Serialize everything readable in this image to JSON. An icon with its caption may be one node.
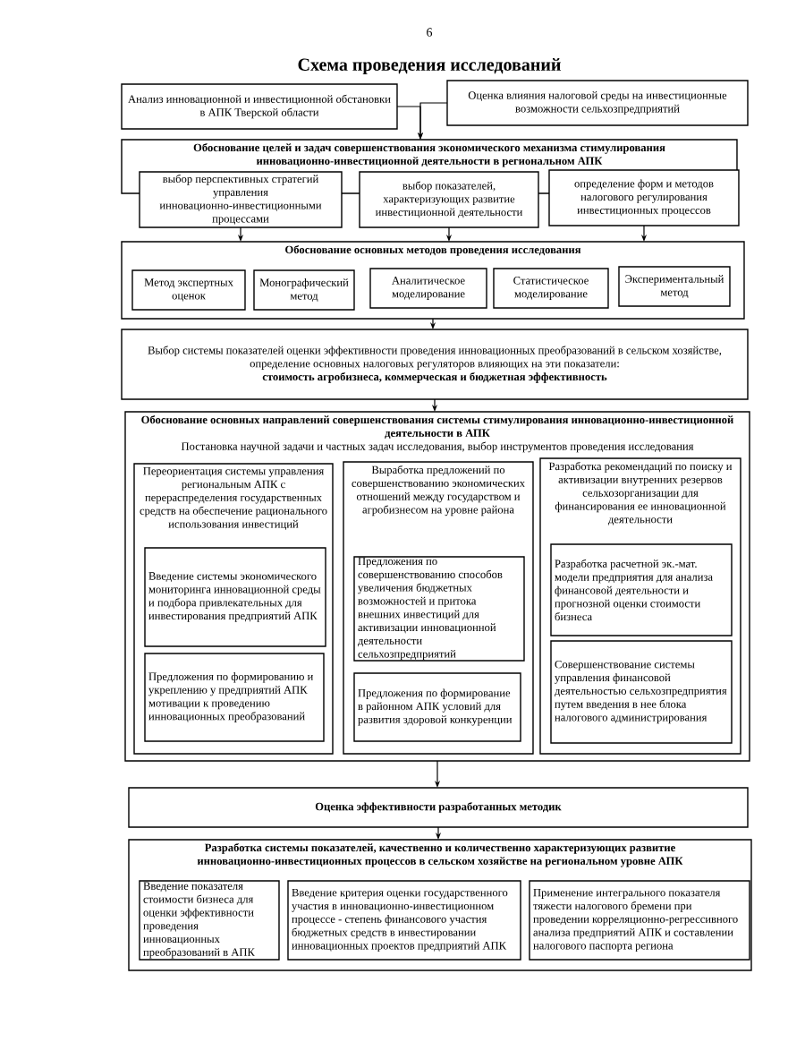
{
  "diagram": {
    "title": "Схема проведения исследований",
    "nodes": [
      {
        "text": [
          "Анализ инновационной и инвестиционной обстановки в АПК Тверской области"
        ]
      },
      {
        "text": [
          "Оценка влияния налоговой среды на инвестиционные возможности сельхозпредприятий"
        ]
      },
      {
        "text": [
          "Обоснование целей и задач совершенствования экономического механизма стимулирования инновационно-инвестиционной деятельности в региональном АПК"
        ]
      },
      {
        "text": [
          "выбор перспективных стратегий управления инновационно-инвестиционными процессами"
        ]
      },
      {
        "text": [
          "выбор показателей, характеризующих развитие инвестиционной деятельности"
        ]
      },
      {
        "text": [
          "определение форм и методов налогового регулирования инвестиционных процессов"
        ]
      },
      {
        "text": [
          "Обоснование основных методов проведения исследования"
        ]
      },
      {
        "text": [
          "Метод экспертных оценок"
        ],
        "in": 6
      },
      {
        "text": [
          "Монографический метод"
        ],
        "in": 6
      },
      {
        "text": [
          "Аналитическое моделирование"
        ],
        "in": 6
      },
      {
        "text": [
          "Статистическое моделирование"
        ],
        "in": 6
      },
      {
        "text": [
          "Экспериментальный метод"
        ],
        "in": 6
      },
      {
        "text": [
          "Выбор системы показателей оценки эффективности проведения инновационных преобразований в сельском хозяйстве, определение основных налоговых регуляторов влияющих на эти показатели:",
          "стоимость агробизнеса, коммерческая и бюджетная эффективность"
        ]
      },
      {
        "text": [
          "Обоснование основных направлений совершенствования системы стимулирования инновационно-инвестиционной деятельности в АПК",
          "Постановка научной задачи и частных задач исследования, выбор инструментов проведения исследования"
        ]
      },
      {
        "text": [
          "Переориентация системы управления региональным АПК с перераспределения государственных средств на обеспечение рационального использования инвестиций"
        ],
        "in": 13
      },
      {
        "text": [
          "Выработка предложений по совершенствованию экономических отношений между государством и агробизнесом на уровне района"
        ],
        "in": 13
      },
      {
        "text": [
          "Разработка рекомендаций по поиску и активизации внутренних резервов сельхозорганизации для финансирования ее инновационной деятельности"
        ],
        "in": 13
      },
      {
        "text": [
          "Введение системы экономического мониторинга инновационной среды и подбора привлекательных для инвестирования предприятий АПК"
        ],
        "in": 14
      },
      {
        "text": [
          "Предложения по формированию и укреплению у предприятий АПК мотивации к проведению инновационных преобразований"
        ],
        "in": 14
      },
      {
        "text": [
          "Предложения по совершенствованию способов увеличения бюджетных возможностей и притока внешних инвестиций для активизации инновационной деятельности сельхозпредприятий"
        ],
        "in": 15
      },
      {
        "text": [
          "Предложения по формирование в районном АПК условий для развития здоровой конкуренции"
        ],
        "in": 15
      },
      {
        "text": [
          "Разработка расчетной эк.-мат. модели предприятия для анализа финансовой деятельности и прогнозной оценки стоимости бизнеса"
        ],
        "in": 16
      },
      {
        "text": [
          "Совершенствование системы управления финансовой деятельностью сельхозпредприятия путем введения в нее блока налогового администрирования"
        ],
        "in": 16
      },
      {
        "text": [
          "Оценка эффективности разработанных методик"
        ]
      },
      {
        "text": [
          "Разработка системы показателей, качественно и количественно характеризующих развитие инновационно-инвестиционных процессов в сельском хозяйстве на региональном уровне АПК"
        ]
      },
      {
        "text": [
          "Введение показателя стоимости бизнеса для оценки эффективности проведения инновационных преобразований в АПК"
        ],
        "in": 24
      },
      {
        "text": [
          "Введение критерия оценки государственного участия в инновационно-инвестиционном процессе - степень финансового участия бюджетных средств в инвестировании инновационных проектов предприятий АПК"
        ],
        "in": 24
      },
      {
        "text": [
          "Применение интегрального показателя тяжести налогового бремени при проведении корреляционно-регрессивного анализа предприятий АПК и составлении налогового паспорта региона"
        ],
        "in": 24
      }
    ],
    "edges": [
      {
        "from": 0,
        "to": 2,
        "arrow": "to"
      },
      {
        "from": 1,
        "to": 2,
        "arrow": "to"
      },
      {
        "from": 3,
        "to": 6,
        "arrow": "to"
      },
      {
        "from": 4,
        "to": 6,
        "arrow": "to"
      },
      {
        "from": 5,
        "to": 6,
        "arrow": "to"
      },
      {
        "from": 6,
        "to": 12,
        "arrow": "to"
      },
      {
        "from": 12,
        "to": 13,
        "arrow": "to"
      },
      {
        "from": 13,
        "to": 23,
        "arrow": "to"
      },
      {
        "from": 23,
        "to": 24,
        "arrow": "to"
      }
    ],
    "labels": [
      "6"
    ]
  }
}
